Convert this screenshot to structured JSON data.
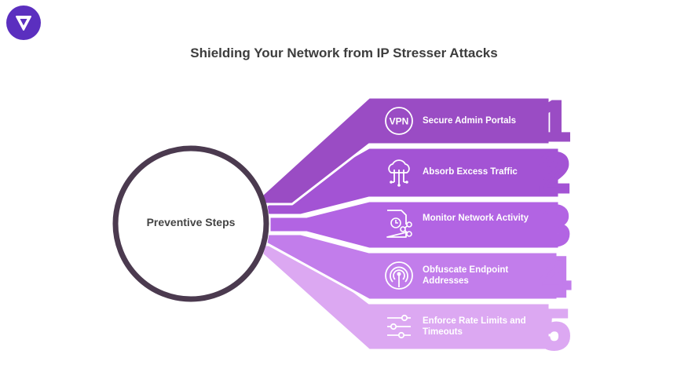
{
  "title": "Shielding Your Network from IP Stresser Attacks",
  "center": {
    "label": "Preventive Steps"
  },
  "colors": {
    "step1": "#9a4cc4",
    "step2": "#a353d4",
    "step3": "#b264e3",
    "step4": "#c27deb",
    "step5": "#dca8f2",
    "circle_stroke": "#4b3a4f"
  },
  "steps": [
    {
      "number": "1",
      "label": "Secure Admin Portals",
      "icon": "vpn-icon"
    },
    {
      "number": "2",
      "label": "Absorb Excess Traffic",
      "icon": "cloud-network-icon"
    },
    {
      "number": "3",
      "label": "Monitor Network Activity",
      "icon": "monitor-document-icon"
    },
    {
      "number": "4",
      "label": "Obfuscate Endpoint Addresses",
      "icon": "signal-mask-icon"
    },
    {
      "number": "5",
      "label": "Enforce Rate Limits and Timeouts",
      "icon": "sliders-icon"
    }
  ]
}
